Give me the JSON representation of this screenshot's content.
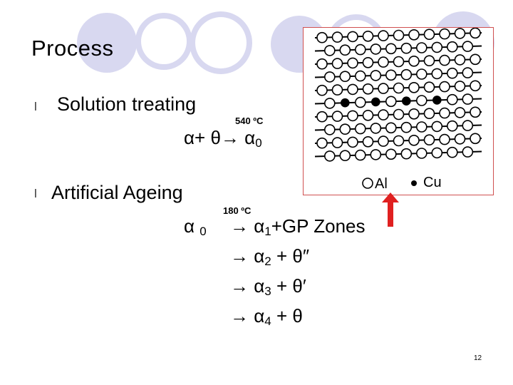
{
  "slide": {
    "title": "Process",
    "bullet_glyph": "l",
    "item1": {
      "label": "Solution treating",
      "temperature": "540 ºC",
      "reaction": {
        "a": "α",
        "plus": "+ ",
        "theta": "θ",
        "arrow": "→ ",
        "a2": "α",
        "sub": "0"
      }
    },
    "item2": {
      "label": "Artificial Ageing",
      "temperature": "180 ºC",
      "start": {
        "a": "α ",
        "sub": "0"
      },
      "steps": [
        {
          "arrow": "→ ",
          "a": "α",
          "sub": "1",
          "rest": "+GP Zones"
        },
        {
          "arrow": "→ ",
          "a": "α",
          "sub": "2",
          "rest": " + θ″"
        },
        {
          "arrow": "→ ",
          "a": "α",
          "sub": "3",
          "rest": " + θ′"
        },
        {
          "arrow": "→ ",
          "a": "α",
          "sub": "4",
          "rest": " + θ"
        }
      ]
    },
    "figure": {
      "legend_al": "Al",
      "legend_cu": "Cu",
      "frame_color": "#d05050",
      "arrow_color": "#e02020"
    },
    "decor_circle_color": "#d6d6f0",
    "page_number": "12"
  }
}
